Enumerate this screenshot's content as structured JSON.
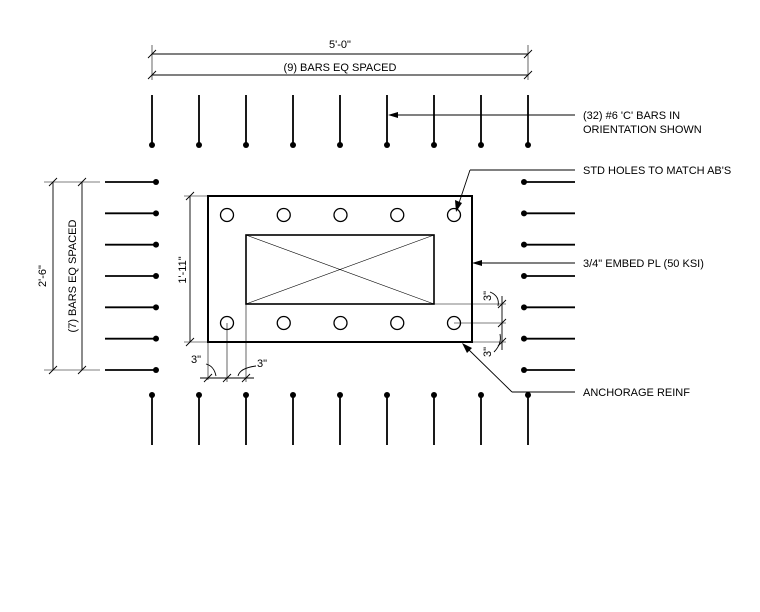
{
  "dimensions": {
    "overall_width": "5'-0\"",
    "top_bar_spacing": "(9) BARS EQ SPACED",
    "overall_height": "2'-6\"",
    "side_bar_spacing": "(7) BARS EQ SPACED",
    "plate_height": "1'-11\"",
    "edge_left": "3\"",
    "edge_left_2": "3\"",
    "edge_right_top": "3\"",
    "edge_right_bottom": "3\""
  },
  "callouts": {
    "c_bars_line1": "(32) #6 'C' BARS IN",
    "c_bars_line2": "ORIENTATION SHOWN",
    "std_holes": "STD HOLES TO MATCH AB'S",
    "embed_plate": "3/4\" EMBED PL (50 KSI)",
    "anchorage": "ANCHORAGE REINF"
  },
  "counts": {
    "top_bars": 9,
    "bottom_bars": 9,
    "left_bars": 7,
    "right_bars": 7,
    "holes_per_row": 5
  }
}
